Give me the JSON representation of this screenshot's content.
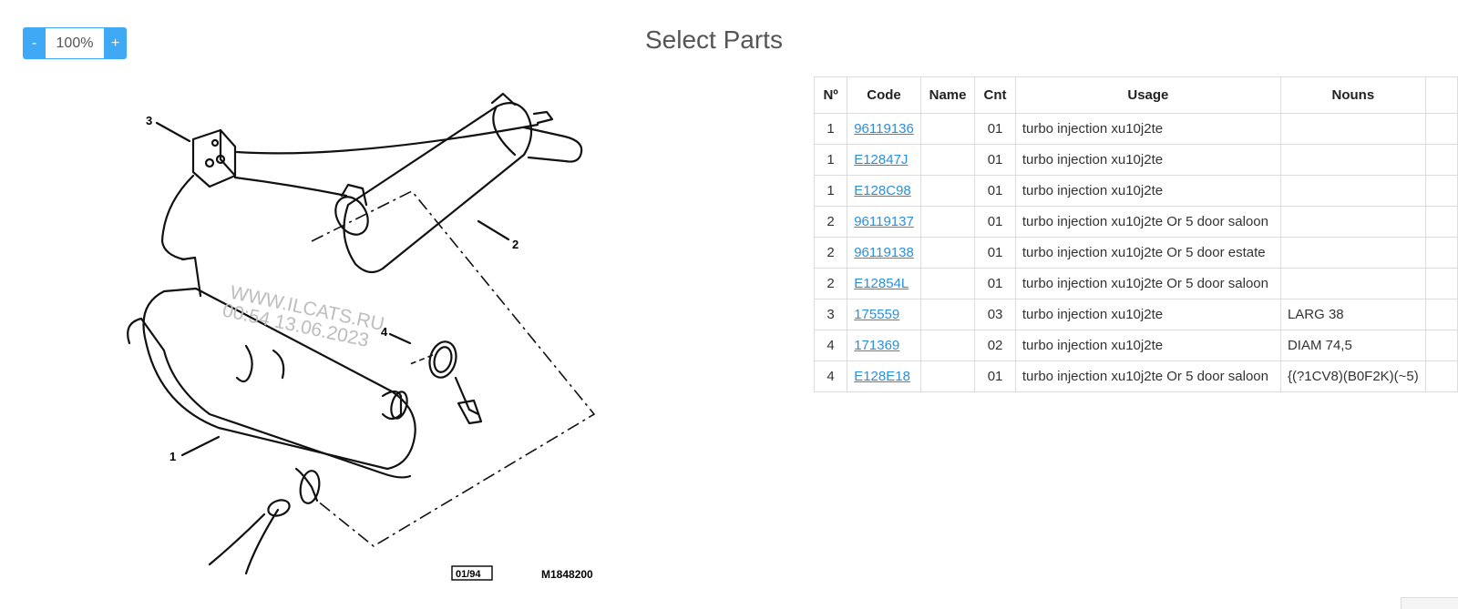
{
  "zoom": {
    "minus": "-",
    "value": "100%",
    "plus": "+"
  },
  "title": "Select Parts",
  "diagram": {
    "callouts": [
      "1",
      "2",
      "3",
      "4"
    ],
    "watermark_line1": "WWW.ILCATS.RU",
    "watermark_line2": "00:54 13.06.2023",
    "date_code": "01/94",
    "ref_code": "M1848200"
  },
  "table": {
    "headers": [
      "Nº",
      "Code",
      "Name",
      "Cnt",
      "Usage",
      "Nouns",
      ""
    ],
    "rows": [
      {
        "no": "1",
        "code": "96119136",
        "name": "",
        "cnt": "01",
        "usage": "turbo injection xu10j2te",
        "nouns": ""
      },
      {
        "no": "1",
        "code": "E12847J",
        "name": "",
        "cnt": "01",
        "usage": "turbo injection xu10j2te",
        "nouns": ""
      },
      {
        "no": "1",
        "code": "E128C98",
        "name": "",
        "cnt": "01",
        "usage": "turbo injection xu10j2te",
        "nouns": ""
      },
      {
        "no": "2",
        "code": "96119137",
        "name": "",
        "cnt": "01",
        "usage": "turbo injection xu10j2te Or 5 door saloon",
        "nouns": ""
      },
      {
        "no": "2",
        "code": "96119138",
        "name": "",
        "cnt": "01",
        "usage": "turbo injection xu10j2te Or 5 door estate",
        "nouns": ""
      },
      {
        "no": "2",
        "code": "E12854L",
        "name": "",
        "cnt": "01",
        "usage": "turbo injection xu10j2te Or 5 door saloon",
        "nouns": ""
      },
      {
        "no": "3",
        "code": "175559",
        "name": "",
        "cnt": "03",
        "usage": "turbo injection xu10j2te",
        "nouns": "LARG 38"
      },
      {
        "no": "4",
        "code": "171369",
        "name": "",
        "cnt": "02",
        "usage": "turbo injection xu10j2te",
        "nouns": "DIAM 74,5"
      },
      {
        "no": "4",
        "code": "E128E18",
        "name": "",
        "cnt": "01",
        "usage": "turbo injection xu10j2te Or 5 door saloon",
        "nouns": "{(?1CV8)(B0F2K)(~5)"
      }
    ]
  }
}
